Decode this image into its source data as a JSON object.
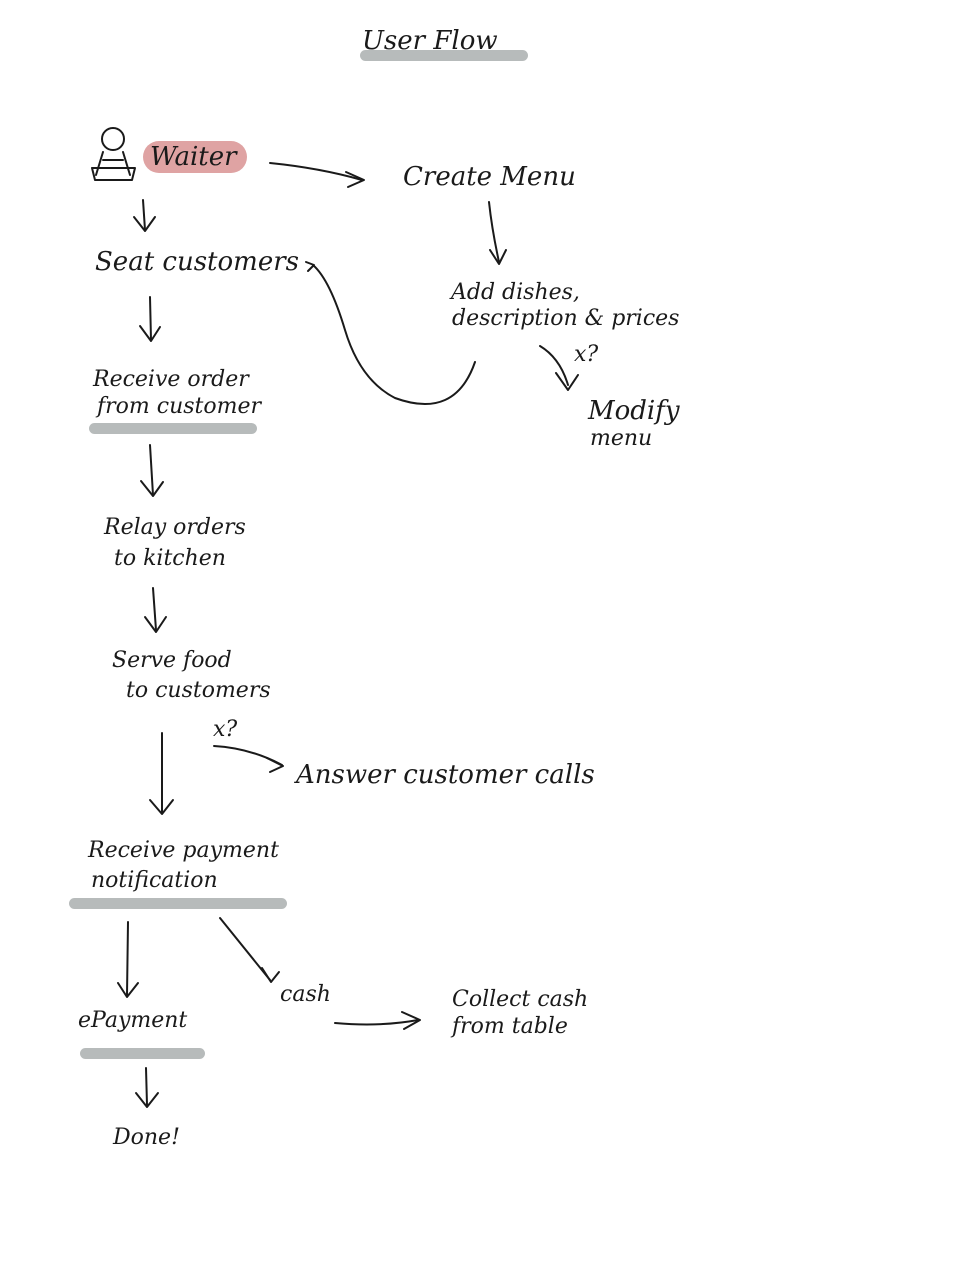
{
  "title": "User Flow",
  "actor": {
    "label": "Waiter",
    "icon": "person-icon",
    "highlight_color": "#dfa3a3"
  },
  "highlight_color": "#b7bbbb",
  "nodes": {
    "create_menu": "Create Menu",
    "add_dishes": [
      "Add dishes,",
      "description & prices"
    ],
    "modify_menu": [
      "Modify",
      "menu"
    ],
    "seat_customers": "Seat customers",
    "receive_order": [
      "Receive order",
      "from customer"
    ],
    "relay_orders": [
      "Relay orders",
      "to kitchen"
    ],
    "serve_food": [
      "Serve food",
      "to customers"
    ],
    "answer_calls": "Answer customer calls",
    "receive_payment": [
      "Receive payment",
      "notification"
    ],
    "epayment": "ePayment",
    "cash": "cash",
    "collect_cash": [
      "Collect cash",
      "from table"
    ],
    "done": "Done!"
  },
  "edge_labels": {
    "modify": "x?",
    "calls": "x?"
  }
}
